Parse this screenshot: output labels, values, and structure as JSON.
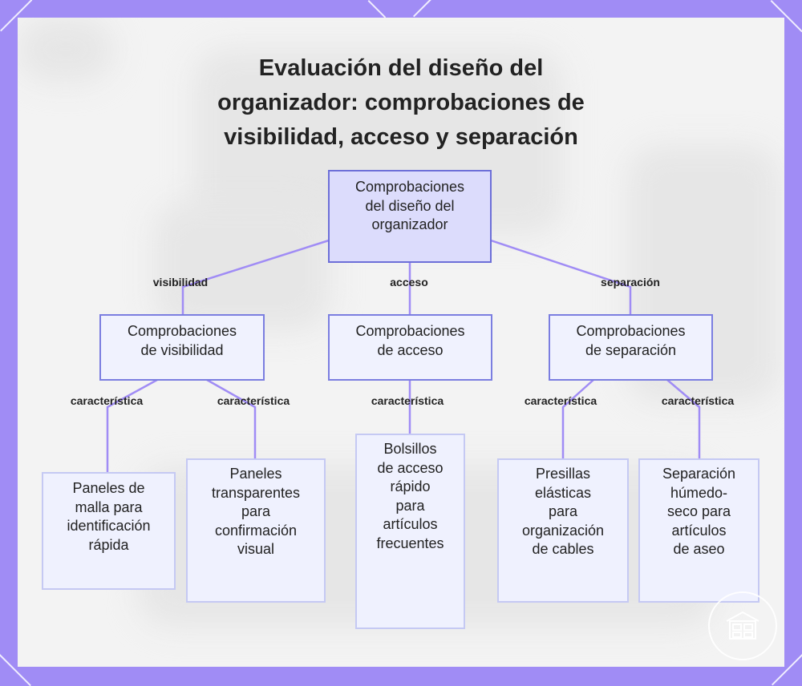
{
  "title_lines": [
    "Evaluación del diseño del",
    "organizador: comprobaciones de",
    "visibilidad, acceso y separación"
  ],
  "root": {
    "lines": [
      "Comprobaciones",
      "del diseño del",
      "organizador"
    ]
  },
  "edges_top": [
    "visibilidad",
    "acceso",
    "separación"
  ],
  "middle": [
    {
      "lines": [
        "Comprobaciones",
        "de visibilidad"
      ]
    },
    {
      "lines": [
        "Comprobaciones",
        "de acceso"
      ]
    },
    {
      "lines": [
        "Comprobaciones",
        "de separación"
      ]
    }
  ],
  "edges_bottom": [
    "característica",
    "característica",
    "característica",
    "característica",
    "característica"
  ],
  "leaves": [
    {
      "lines": [
        "Paneles de",
        "malla para",
        "identificación",
        "rápida"
      ]
    },
    {
      "lines": [
        "Paneles",
        "transparentes",
        "para",
        "confirmación",
        "visual"
      ]
    },
    {
      "lines": [
        "Bolsillos",
        "de acceso",
        "rápido",
        "para",
        "artículos",
        "frecuentes"
      ]
    },
    {
      "lines": [
        "Presillas",
        "elásticas",
        "para",
        "organización",
        "de cables"
      ]
    },
    {
      "lines": [
        "Separación",
        "húmedo-",
        "seco para",
        "artículos",
        "de aseo"
      ]
    }
  ],
  "colors": {
    "frame": "#a08cf5",
    "root_fill": "#dcdcfc",
    "root_border": "#6d6fd8",
    "connector": "#a08cf5",
    "leaf_border": "#c5c9f3"
  },
  "logo_icon": "house-grid-icon"
}
